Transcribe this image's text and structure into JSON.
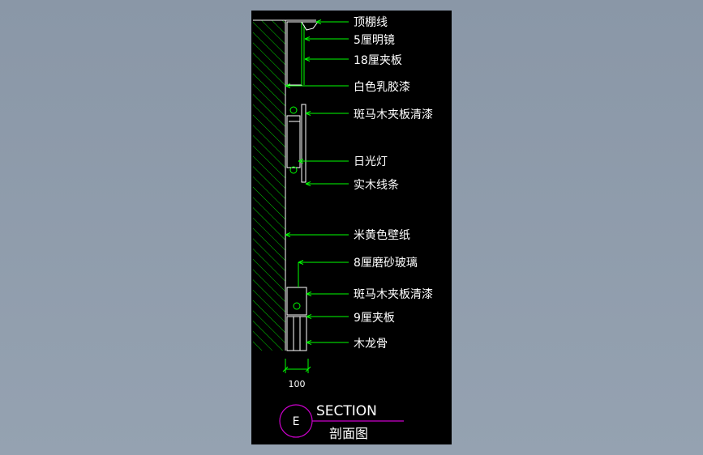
{
  "drawing": {
    "labels": [
      "顶棚线",
      "5厘明镜",
      "18厘夹板",
      "白色乳胶漆",
      "斑马木夹板清漆",
      "日光灯",
      "实木线条",
      "米黄色壁纸",
      "8厘磨砂玻璃",
      "斑马木夹板清漆",
      "9厘夹板",
      "木龙骨"
    ],
    "dimension": "100",
    "section_marker": "E",
    "section_title": "SECTION",
    "section_subtitle": "剖面图"
  },
  "colors": {
    "background": "#8d9aaa",
    "viewport": "#000000",
    "leader": "#00ff00",
    "title_line": "#cc00cc",
    "outline": "#ffffff"
  }
}
